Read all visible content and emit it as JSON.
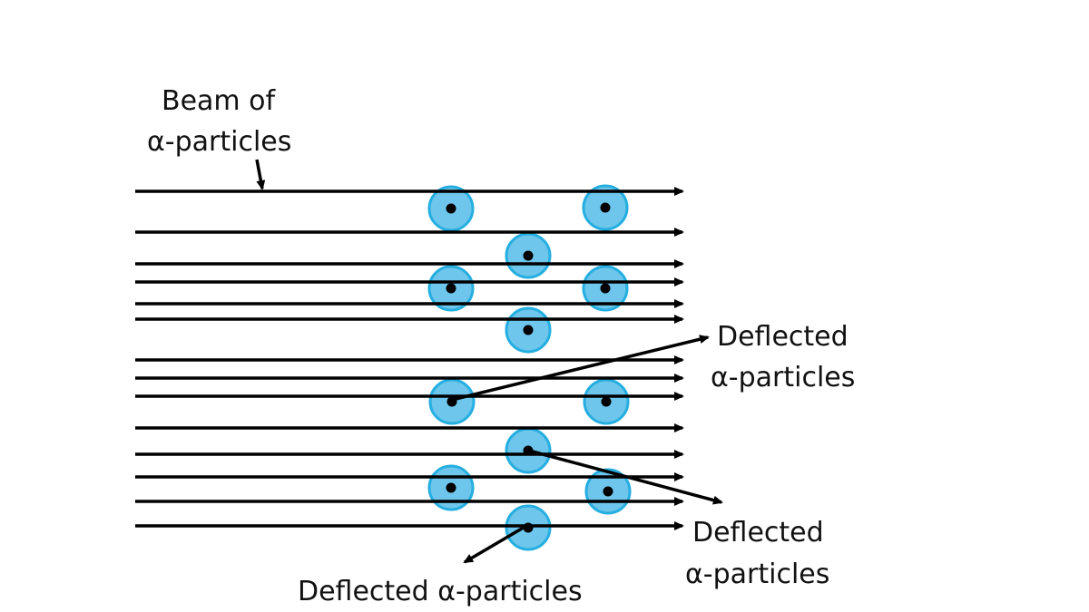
{
  "labels": {
    "beam_line1": "Beam of",
    "beam_line2": "α-particles",
    "deflected_upper_line1": "Deflected",
    "deflected_upper_line2": "α-particles",
    "deflected_lower_line1": "Deflected",
    "deflected_lower_line2": "α-particles",
    "deflected_bottom": "Deflected α-particles"
  },
  "colors": {
    "line": "#000000",
    "atom_fill": "#6ec6ec",
    "atom_stroke": "#25aee0",
    "nucleus": "#000000",
    "text": "#111111"
  }
}
